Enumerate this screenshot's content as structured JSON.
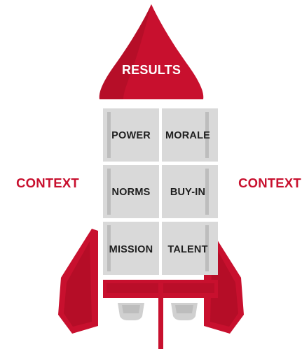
{
  "diagram": {
    "nose_label": "RESULTS",
    "side_labels": {
      "left": "CONTEXT",
      "right": "CONTEXT"
    },
    "body_blocks": [
      [
        "POWER",
        "MORALE"
      ],
      [
        "NORMS",
        "BUY-IN"
      ],
      [
        "MISSION",
        "TALENT"
      ]
    ]
  },
  "colors": {
    "rocket_red": "#c8102e",
    "dark_red": "#9e0c20",
    "block_gray": "#d9d9d9",
    "block_stripe": "#bdbdbd",
    "text_dark": "#1f1f1f"
  }
}
